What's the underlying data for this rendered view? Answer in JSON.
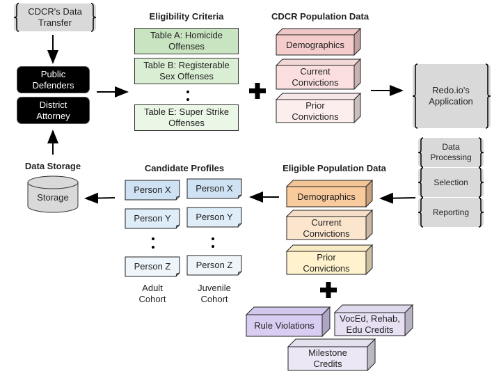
{
  "source": {
    "line1": "CDCR's Data",
    "line2": "Transfer"
  },
  "actors": [
    {
      "line1": "Public",
      "line2": "Defenders"
    },
    {
      "line1": "District",
      "line2": "Attorney"
    }
  ],
  "eligibility": {
    "title": "Eligibility Criteria",
    "tables": [
      {
        "line1": "Table A: Homicide",
        "line2": "Offenses",
        "color": "#c9e4c1"
      },
      {
        "line1": "Table B: Registerable",
        "line2": "Sex Offenses",
        "color": "#daeed3"
      },
      {
        "line1": "Table E: Super Strike",
        "line2": "Offenses",
        "color": "#eaf6e6"
      }
    ]
  },
  "cdcr_population": {
    "title": "CDCR Population Data",
    "items": [
      {
        "line1": "Demographics",
        "line2": "",
        "color": "#f4cccc"
      },
      {
        "line1": "Current",
        "line2": "Convictions",
        "color": "#fbdfdf"
      },
      {
        "line1": "Prior",
        "line2": "Convictions",
        "color": "#fdeeee"
      }
    ]
  },
  "application": {
    "line1": "Redo.io's",
    "line2": "Application",
    "steps": [
      {
        "line1": "Data",
        "line2": "Processing"
      },
      {
        "line1": "Selection",
        "line2": ""
      },
      {
        "line1": "Reporting",
        "line2": ""
      }
    ]
  },
  "eligible_population": {
    "title": "Eligible Population Data",
    "items": [
      {
        "line1": "Demographics",
        "line2": "",
        "color": "#f9cb9c"
      },
      {
        "line1": "Current",
        "line2": "Convictions",
        "color": "#fce5cd"
      },
      {
        "line1": "Prior",
        "line2": "Convictions",
        "color": "#fff2cc"
      }
    ],
    "extras": [
      {
        "line1": "Rule Violations",
        "line2": "",
        "color": "#d9cef2"
      },
      {
        "line1": "VocEd, Rehab,",
        "line2": "Edu Credits",
        "color": "#e6e0f2"
      },
      {
        "line1": "Milestone",
        "line2": "Credits",
        "color": "#ebe7f4"
      }
    ]
  },
  "candidates": {
    "title": "Candidate Profiles",
    "adult": {
      "label1": "Adult",
      "label2": "Cohort",
      "persons": [
        {
          "name": "Person X",
          "color": "#cfe2f3"
        },
        {
          "name": "Person Y",
          "color": "#dfedf9"
        },
        {
          "name": "Person Z",
          "color": "#eef6fc"
        }
      ]
    },
    "juvenile": {
      "label1": "Juvenile",
      "label2": "Cohort",
      "persons": [
        {
          "name": "Person X",
          "color": "#cfe2f3"
        },
        {
          "name": "Person Y",
          "color": "#dfedf9"
        },
        {
          "name": "Person Z",
          "color": "#eef6fc"
        }
      ]
    }
  },
  "storage": {
    "title": "Data Storage",
    "label": "Storage"
  }
}
